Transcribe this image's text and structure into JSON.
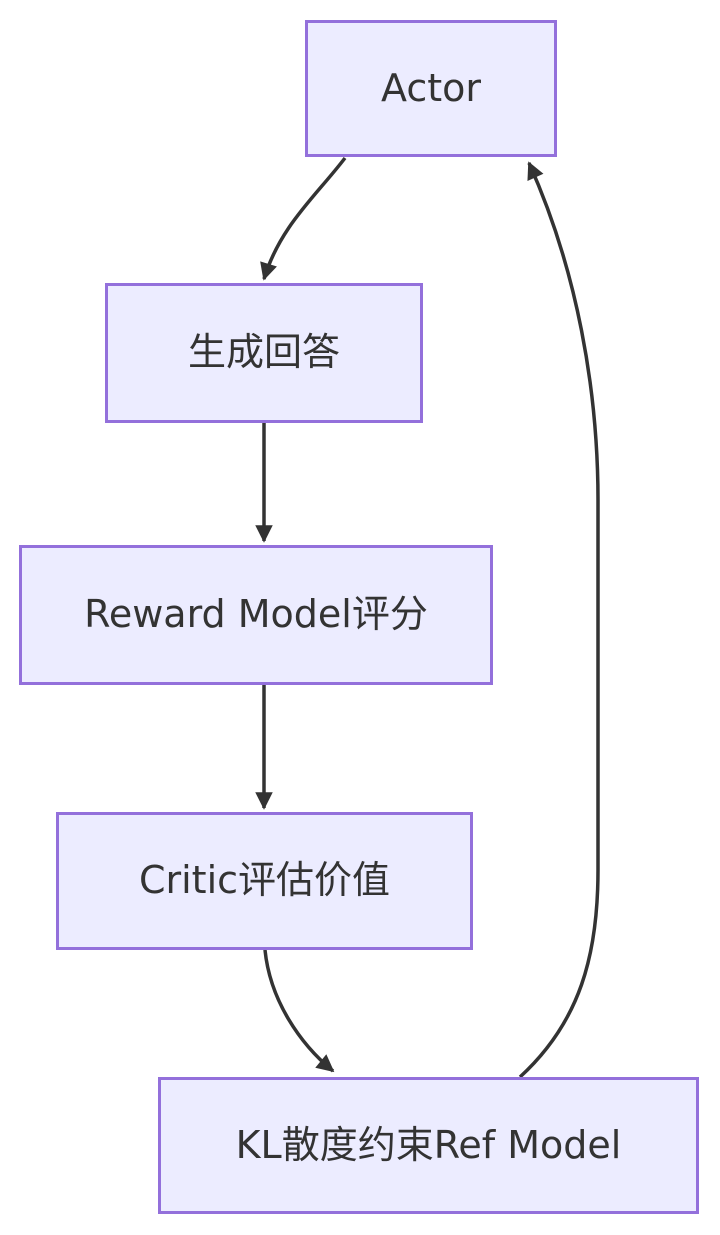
{
  "diagram": {
    "type": "flowchart",
    "direction": "top-down-with-feedback-loop",
    "colors": {
      "background": "#ffffff",
      "node_fill": "#ECECFF",
      "node_border": "#9370DB",
      "node_text": "#333333",
      "edge_stroke": "#333333"
    },
    "nodes": [
      {
        "id": "actor",
        "label": "Actor"
      },
      {
        "id": "generate",
        "label": "生成回答"
      },
      {
        "id": "reward",
        "label": "Reward Model评分"
      },
      {
        "id": "critic",
        "label": "Critic评估价值"
      },
      {
        "id": "kl",
        "label": "KL散度约束Ref Model"
      }
    ],
    "edges": [
      {
        "from": "actor",
        "to": "generate",
        "style": "curved-down-left"
      },
      {
        "from": "generate",
        "to": "reward",
        "style": "straight-down"
      },
      {
        "from": "reward",
        "to": "critic",
        "style": "straight-down"
      },
      {
        "from": "critic",
        "to": "kl",
        "style": "curved-down-right"
      },
      {
        "from": "kl",
        "to": "actor",
        "style": "long-feedback-curve-right-side"
      }
    ]
  }
}
